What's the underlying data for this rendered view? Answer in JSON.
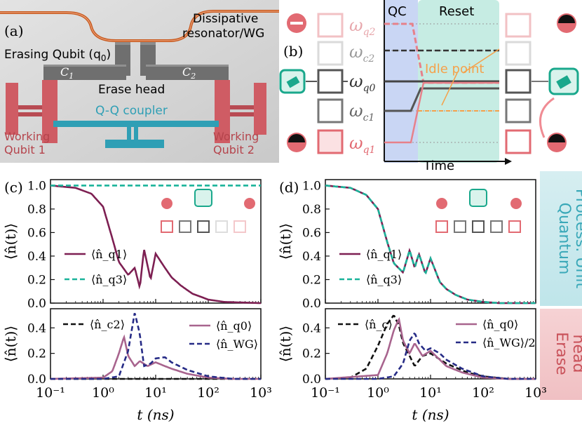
{
  "panel_a": {
    "label": "(a)",
    "dissipative_label": [
      "Dissipative",
      "resonator/WG"
    ],
    "erasing_qubit_label": "Erasing Qubit (q",
    "erasing_qubit_sub": "0",
    "erasing_qubit_close": ")",
    "c1": "C",
    "c1_sub": "1",
    "c2": "C",
    "c2_sub": "2",
    "erase_head": "Erase head",
    "coupler": "Q-Q coupler",
    "working1": [
      "Working",
      "Qubit 1"
    ],
    "working2": [
      "Working",
      "Qubit 2"
    ],
    "colors": {
      "metal": "#6f6f6f",
      "qubit": "#d9626a",
      "coupler": "#2f9fb5",
      "resonator": "#c85a1e",
      "substrate": "#d8d8d8"
    }
  },
  "panel_b": {
    "label": "(b)",
    "region_qc": "QC",
    "region_reset": "Reset",
    "time_label": "Time",
    "idle_label": "Idle point",
    "levels": [
      {
        "sym": "ω",
        "sub": "q2",
        "color": "#e7818a"
      },
      {
        "sym": "ω",
        "sub": "c2",
        "color": "#555555"
      },
      {
        "sym": "ω",
        "sub": "q0",
        "color": "#444444"
      },
      {
        "sym": "ω",
        "sub": "c1",
        "color": "#555555"
      },
      {
        "sym": "ω",
        "sub": "q1",
        "color": "#e7818a"
      }
    ],
    "colors": {
      "qc": "#c9d6f4",
      "reset": "#c6ece3",
      "erase": "#1aa88c",
      "q": "#e26a72",
      "c": "#666666",
      "idle": "#f5a14a"
    }
  },
  "chart_data": [
    {
      "panel": "(c) top",
      "type": "line",
      "xscale": "log",
      "xlim": [
        0.1,
        1000
      ],
      "ylim": [
        0.0,
        1.05
      ],
      "yticks": [
        "0.0",
        "0.2",
        "0.4",
        "0.6",
        "0.8",
        "1.0"
      ],
      "ylabel": "⟨n̂(t)⟩",
      "series": [
        {
          "name": "⟨n̂_q1⟩",
          "color": "#7d1f52",
          "style": "solid",
          "x": [
            0.1,
            0.3,
            0.6,
            1,
            1.5,
            2,
            3,
            4,
            5,
            6,
            8,
            10,
            15,
            20,
            30,
            50,
            100,
            200,
            1000
          ],
          "y": [
            1.0,
            0.98,
            0.93,
            0.82,
            0.55,
            0.35,
            0.24,
            0.3,
            0.13,
            0.46,
            0.2,
            0.42,
            0.3,
            0.22,
            0.15,
            0.08,
            0.03,
            0.01,
            0.0
          ]
        },
        {
          "name": "⟨n̂_q3⟩",
          "color": "#1ab39a",
          "style": "dashed",
          "x": [
            0.1,
            1000
          ],
          "y": [
            1.0,
            1.0
          ]
        }
      ]
    },
    {
      "panel": "(c) bottom",
      "type": "line",
      "xscale": "log",
      "xlim": [
        0.1,
        1000
      ],
      "ylim": [
        0.0,
        0.55
      ],
      "yticks": [
        "0.0",
        "0.2",
        "0.4"
      ],
      "xticks": [
        "10⁻¹",
        "10⁰",
        "10¹",
        "10²",
        "10³"
      ],
      "xlabel": "t (ns)",
      "ylabel": "⟨n̂(t)⟩",
      "series": [
        {
          "name": "⟨n̂_c2⟩",
          "color": "#111111",
          "style": "dashed",
          "x": [
            0.1,
            1000
          ],
          "y": [
            0.0,
            0.0
          ]
        },
        {
          "name": "⟨n̂_q0⟩",
          "color": "#a8648e",
          "style": "solid",
          "x": [
            0.1,
            1,
            1.5,
            2,
            2.5,
            3,
            4,
            5,
            7,
            10,
            15,
            20,
            40,
            100,
            300,
            1000
          ],
          "y": [
            0.0,
            0.01,
            0.06,
            0.2,
            0.33,
            0.18,
            0.1,
            0.14,
            0.1,
            0.13,
            0.1,
            0.08,
            0.04,
            0.01,
            0.0,
            0.0
          ]
        },
        {
          "name": "⟨n̂_WG⟩",
          "color": "#262b86",
          "style": "dashed",
          "x": [
            0.1,
            1,
            2,
            3,
            4,
            5,
            6,
            8,
            10,
            15,
            20,
            40,
            100,
            300,
            1000
          ],
          "y": [
            0.0,
            0.0,
            0.02,
            0.22,
            0.52,
            0.35,
            0.1,
            0.12,
            0.16,
            0.17,
            0.13,
            0.07,
            0.02,
            0.0,
            0.0
          ]
        }
      ]
    },
    {
      "panel": "(d) top",
      "type": "line",
      "xscale": "log",
      "xlim": [
        0.1,
        1000
      ],
      "ylim": [
        0.0,
        1.05
      ],
      "yticks": [
        "0.0",
        "0.2",
        "0.4",
        "0.6",
        "0.8",
        "1.0"
      ],
      "ylabel": "⟨n̂(t)⟩",
      "series": [
        {
          "name": "⟨n̂_q1⟩",
          "color": "#7d1f52",
          "style": "solid",
          "x": [
            0.1,
            0.3,
            0.6,
            1,
            1.5,
            2,
            3,
            4,
            5,
            6,
            8,
            10,
            15,
            20,
            30,
            50,
            100,
            200,
            1000
          ],
          "y": [
            1.0,
            0.98,
            0.92,
            0.8,
            0.52,
            0.34,
            0.26,
            0.45,
            0.3,
            0.42,
            0.25,
            0.38,
            0.18,
            0.12,
            0.07,
            0.03,
            0.01,
            0.0,
            0.0
          ]
        },
        {
          "name": "⟨n̂_q3⟩",
          "color": "#1ab39a",
          "style": "dashed",
          "x": [
            0.1,
            0.3,
            0.6,
            1,
            1.5,
            2,
            3,
            4,
            5,
            6,
            8,
            10,
            15,
            20,
            30,
            50,
            100,
            200,
            1000
          ],
          "y": [
            1.0,
            0.98,
            0.92,
            0.8,
            0.52,
            0.34,
            0.26,
            0.45,
            0.3,
            0.42,
            0.25,
            0.38,
            0.18,
            0.12,
            0.07,
            0.03,
            0.01,
            0.0,
            0.0
          ]
        }
      ]
    },
    {
      "panel": "(d) bottom",
      "type": "line",
      "xscale": "log",
      "xlim": [
        0.1,
        1000
      ],
      "ylim": [
        0.0,
        0.55
      ],
      "yticks": [
        "0.0",
        "0.2",
        "0.4"
      ],
      "xticks": [
        "10⁻¹",
        "10⁰",
        "10¹",
        "10²",
        "10³"
      ],
      "xlabel": "t (ns)",
      "ylabel": "⟨n̂(t)⟩",
      "series": [
        {
          "name": "⟨n̂_c⟩",
          "color": "#111111",
          "style": "dashed",
          "x": [
            0.1,
            0.3,
            0.6,
            1,
            1.5,
            2,
            2.5,
            3,
            4,
            5,
            7,
            10,
            20,
            50,
            100,
            300,
            1000
          ],
          "y": [
            0.0,
            0.01,
            0.08,
            0.26,
            0.43,
            0.5,
            0.42,
            0.28,
            0.18,
            0.1,
            0.18,
            0.2,
            0.12,
            0.05,
            0.02,
            0.0,
            0.0
          ]
        },
        {
          "name": "⟨n̂_q0⟩",
          "color": "#a8648e",
          "style": "solid",
          "x": [
            0.1,
            1,
            1.5,
            2,
            2.5,
            3,
            4,
            5,
            7,
            10,
            15,
            20,
            40,
            100,
            300,
            1000
          ],
          "y": [
            0.0,
            0.03,
            0.2,
            0.38,
            0.47,
            0.3,
            0.2,
            0.28,
            0.18,
            0.22,
            0.15,
            0.1,
            0.05,
            0.01,
            0.0,
            0.0
          ]
        },
        {
          "name": "⟨n̂_WG⟩/2",
          "color": "#262b86",
          "style": "dashed",
          "x": [
            0.1,
            1,
            2,
            3,
            4,
            5,
            6,
            8,
            10,
            15,
            20,
            40,
            100,
            300,
            1000
          ],
          "y": [
            0.0,
            0.0,
            0.02,
            0.12,
            0.3,
            0.36,
            0.28,
            0.22,
            0.24,
            0.2,
            0.15,
            0.08,
            0.02,
            0.0,
            0.0
          ]
        }
      ]
    }
  ],
  "side_labels": {
    "qpu": [
      "Quantum",
      "Process. Unit"
    ],
    "erase": [
      "Erase",
      "head"
    ],
    "qpu_color": "#39a8b8",
    "erase_color": "#c9525a"
  },
  "panel_c_label": "(c)",
  "panel_d_label": "(d)"
}
